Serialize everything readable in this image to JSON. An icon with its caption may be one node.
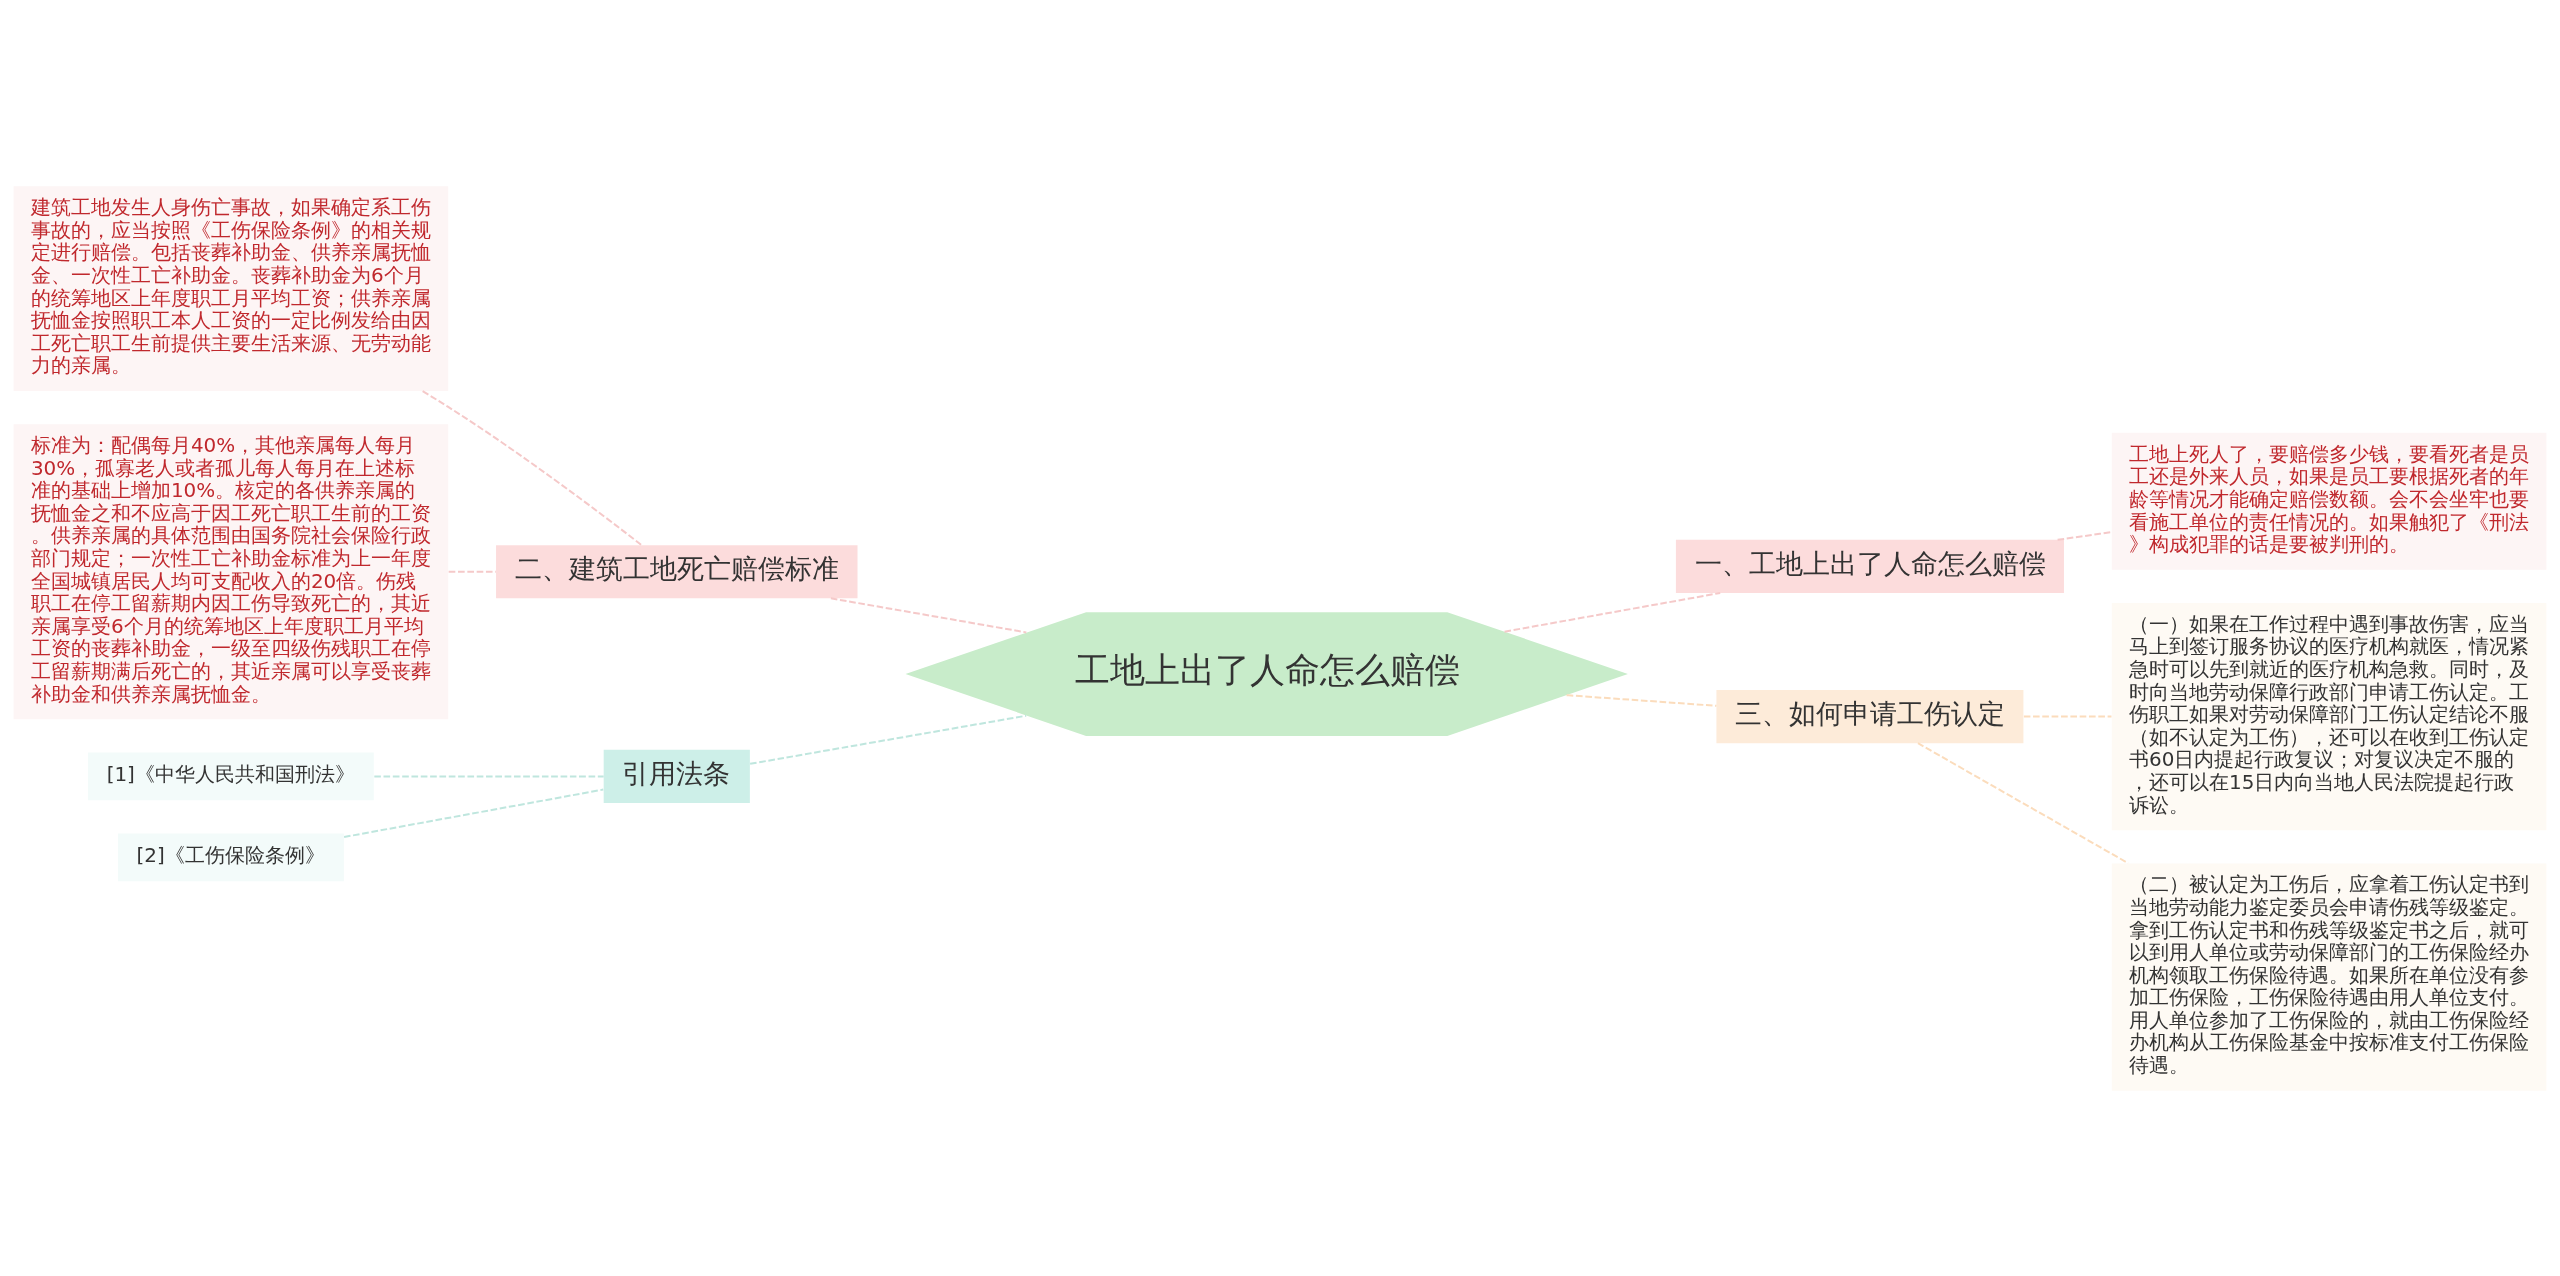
{
  "diagram": {
    "nodes": [
      {
        "text": [
          "工地上出了人命怎么赔偿"
        ]
      },
      {
        "text": [
          "二、建筑工地死亡赔偿标准"
        ]
      },
      {
        "text": [
          "建筑工地发生人身伤亡事故，如果确定系工伤事故的，应当按照《工伤保险条例》的相关规定进行赔偿。包括丧葬补助金、供养亲属抚恤金、一次性工亡补助金。丧葬补助金为6个月的统筹地区上年度职工月平均工资；供养亲属抚恤金按照职工本人工资的一定比例发给由因工死亡职工生前提供主要生活来源、无劳动能力的亲属。"
        ]
      },
      {
        "text": [
          "标准为：配偶每月40%，其他亲属每人每月30%，孤寡老人或者孤儿每人每月在上述标准的基础上增加10%。核定的各供养亲属的抚恤金之和不应高于因工死亡职工生前的工资。供养亲属的具体范围由国务院社会保险行政部门规定；一次性工亡补助金标准为上一年度全国城镇居民人均可支配收入的20倍。伤残职工在停工留薪期内因工伤导致死亡的，其近亲属享受6个月的统筹地区上年度职工月平均工资的丧葬补助金，一级至四级伤残职工在停工留薪期满后死亡的，其近亲属可以享受丧葬补助金和供养亲属抚恤金。"
        ]
      },
      {
        "text": [
          "引用法条"
        ]
      },
      {
        "text": [
          "[1]《中华人民共和国刑法》"
        ]
      },
      {
        "text": [
          "[2]《工伤保险条例》"
        ]
      },
      {
        "text": [
          "一、工地上出了人命怎么赔偿"
        ]
      },
      {
        "text": [
          "工地上死人了，要赔偿多少钱，要看死者是员工还是外来人员，如果是员工要根据死者的年龄等情况才能确定赔偿数额。会不会坐牢也要看施工单位的责任情况的。如果触犯了《刑法》构成犯罪的话是要被判刑的。"
        ]
      },
      {
        "text": [
          "三、如何申请工伤认定"
        ]
      },
      {
        "text": [
          "（一）如果在工作过程中遇到事故伤害，应当马上到签订服务协议的医疗机构就医，情况紧急时可以先到就近的医疗机构急救。同时，及时向当地劳动保障行政部门申请工伤认定。工伤职工如果对劳动保障部门工伤认定结论不服（如不认定为工伤），还可以在收到工伤认定书60日内提起行政复议；对复议决定不服的，还可以在15日内向当地人民法院提起行政诉讼。"
        ]
      },
      {
        "text": [
          "（二）被认定为工伤后，应拿着工伤认定书到当地劳动能力鉴定委员会申请伤残等级鉴定。拿到工伤认定书和伤残等级鉴定书之后，就可以到用人单位或劳动保障部门的工伤保险经办机构领取工伤保险待遇。如果所在单位没有参加工伤保险，工伤保险待遇由用人单位支付。用人单位参加了工伤保险的，就由工伤保险经办机构从工伤保险基金中按标准支付工伤保险待遇。"
        ]
      }
    ],
    "edges": [
      {
        "from": 0,
        "to": 1,
        "arrow": "none",
        "style": "dashed",
        "color": "#f5c9c9"
      },
      {
        "from": 1,
        "to": 2,
        "arrow": "none",
        "style": "dashed",
        "color": "#f5c9c9"
      },
      {
        "from": 1,
        "to": 3,
        "arrow": "none",
        "style": "dashed",
        "color": "#f5c9c9"
      },
      {
        "from": 0,
        "to": 4,
        "arrow": "none",
        "style": "dashed",
        "color": "#bfe6de"
      },
      {
        "from": 4,
        "to": 5,
        "arrow": "none",
        "style": "dashed",
        "color": "#bfe6de"
      },
      {
        "from": 4,
        "to": 6,
        "arrow": "none",
        "style": "dashed",
        "color": "#bfe6de"
      },
      {
        "from": 0,
        "to": 7,
        "arrow": "none",
        "style": "dashed",
        "color": "#f5c9c9"
      },
      {
        "from": 7,
        "to": 8,
        "arrow": "none",
        "style": "dashed",
        "color": "#f5c9c9"
      },
      {
        "from": 0,
        "to": 9,
        "arrow": "none",
        "style": "dashed",
        "color": "#fbdcbc"
      },
      {
        "from": 9,
        "to": 10,
        "arrow": "none",
        "style": "dashed",
        "color": "#fbdcbc"
      },
      {
        "from": 9,
        "to": 11,
        "arrow": "none",
        "style": "dashed",
        "color": "#fbdcbc"
      }
    ]
  }
}
